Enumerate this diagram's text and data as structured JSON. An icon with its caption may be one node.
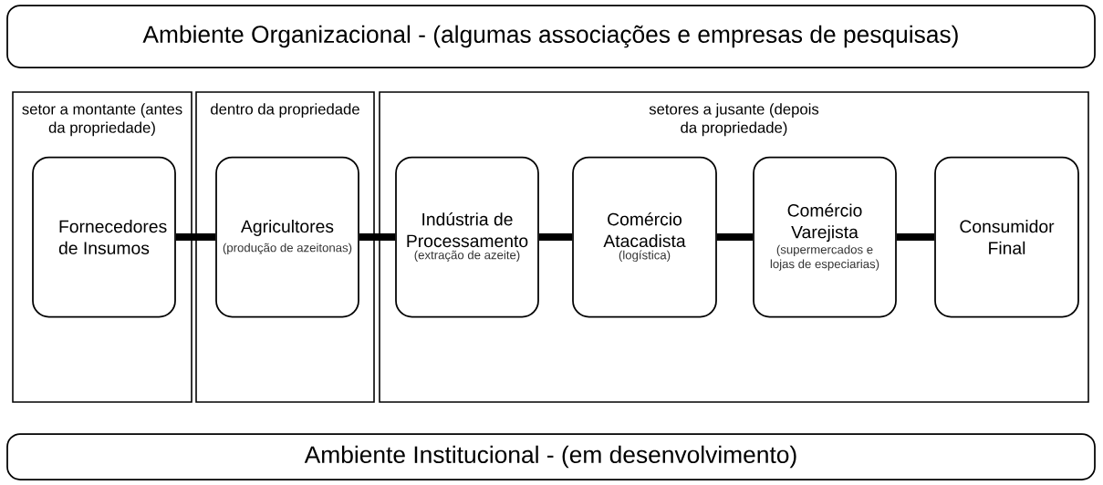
{
  "diagram": {
    "nodes": [
      {
        "text": [
          "Ambiente Organizacional - (algumas associações e empresas de pesquisas)"
        ]
      },
      {
        "text": [
          "setor a montante (antes da propriedade)"
        ]
      },
      {
        "text": [
          "Fornecedores de Insumos"
        ],
        "in": 1
      },
      {
        "text": [
          "dentro da propriedade"
        ]
      },
      {
        "text": [
          "Agricultores",
          "(produção de azeitonas)"
        ],
        "in": 3
      },
      {
        "text": [
          "setores a jusante (depois da propriedade)"
        ]
      },
      {
        "text": [
          "Indústria de Processamento",
          "(extração de azeite)"
        ],
        "in": 5
      },
      {
        "text": [
          "Comércio Atacadista",
          "(logística)"
        ],
        "in": 5
      },
      {
        "text": [
          "Comércio Varejista",
          "(supermercados e lojas de especiarias)"
        ],
        "in": 5
      },
      {
        "text": [
          "Consumidor Final"
        ],
        "in": 5
      },
      {
        "text": [
          "Ambiente Institucional - (em desenvolvimento)"
        ]
      }
    ],
    "edges": [
      {
        "from": 2,
        "to": 4,
        "arrow": "none"
      },
      {
        "from": 4,
        "to": 6,
        "arrow": "none"
      },
      {
        "from": 6,
        "to": 7,
        "arrow": "none"
      },
      {
        "from": 7,
        "to": 8,
        "arrow": "none"
      },
      {
        "from": 8,
        "to": 9,
        "arrow": "none"
      }
    ]
  }
}
